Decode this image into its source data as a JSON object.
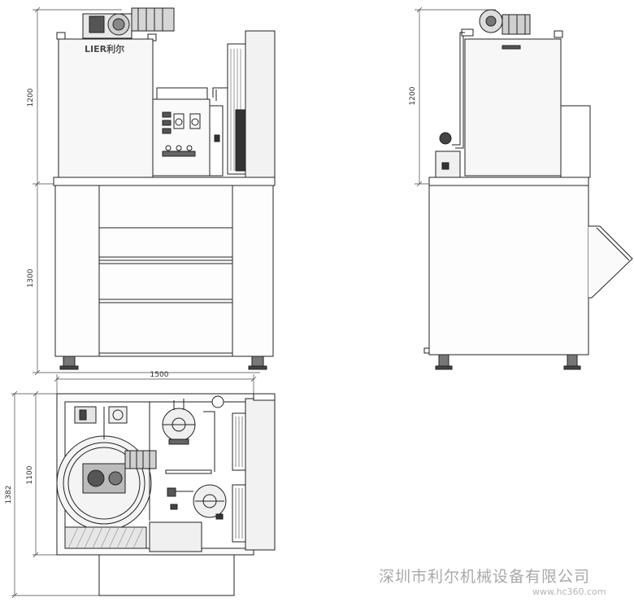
{
  "front_view": {
    "dims": {
      "height_top": "1200",
      "height_bottom": "1300"
    },
    "logo": "LIER利尔"
  },
  "side_view": {
    "dims": {
      "height_top": "1200"
    }
  },
  "top_view": {
    "dims": {
      "width": "1500",
      "depth_inner": "1100",
      "depth_outer": "1382"
    }
  },
  "watermark": {
    "company": "深圳市利尔机械设备有限公司",
    "site": "www.hc360.com"
  }
}
